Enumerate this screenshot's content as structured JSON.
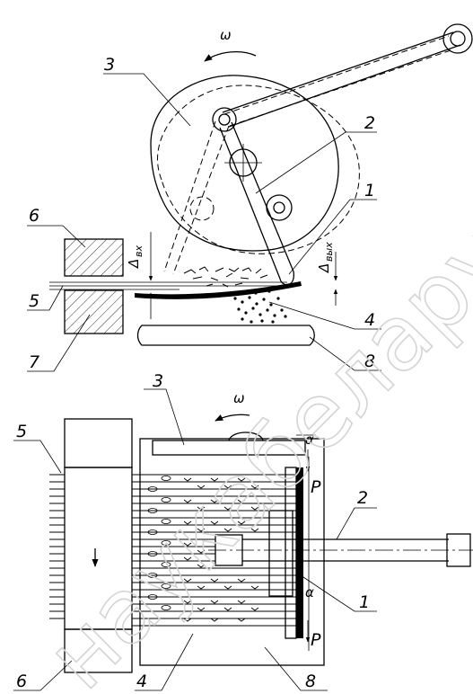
{
  "watermark": "наукабеларуси",
  "top_view": {
    "omega": "ω",
    "labels": [
      "1",
      "2",
      "3",
      "4",
      "5",
      "6",
      "7",
      "8"
    ],
    "delta_in": {
      "symbol": "Δ",
      "subscript": "вх"
    },
    "delta_out": {
      "symbol": "Δ",
      "subscript": "вых"
    }
  },
  "bottom_view": {
    "omega": "ω",
    "labels": [
      "1",
      "2",
      "3",
      "4",
      "5",
      "6",
      "8"
    ],
    "alpha_top": "α",
    "alpha_bottom": "α",
    "force_top": "P",
    "force_bottom": "P"
  }
}
